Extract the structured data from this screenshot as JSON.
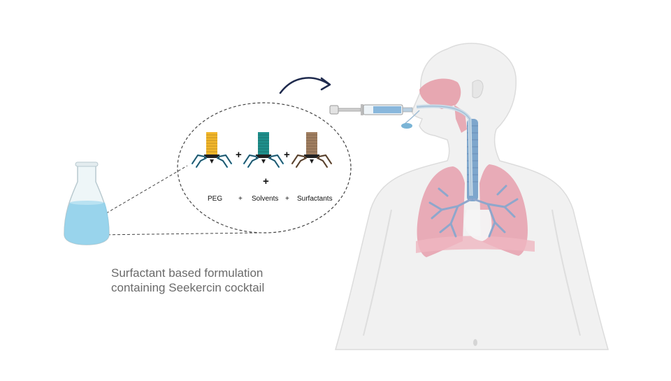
{
  "cocktail": {
    "components": [
      "PEG",
      "Solvents",
      "Surfactants"
    ],
    "plus": "+"
  },
  "caption": {
    "line1": "Surfactant based formulation",
    "line2": "containing Seekercin cocktail"
  },
  "colors": {
    "phage_peg": "#f2b62a",
    "phage_solvents": "#1f8f8c",
    "phage_surfactants": "#a07e60",
    "tail_fibers": "#2b7fa0",
    "liquid": "#8fd0ea",
    "lungs": "#e8a0ad",
    "bronchi": "#8ea7cc",
    "arrow": "#1f2a4d"
  }
}
